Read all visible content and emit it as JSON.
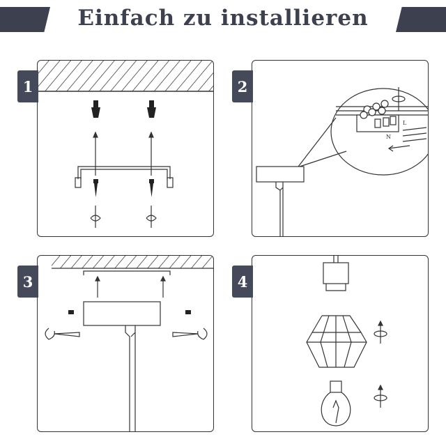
{
  "title": "Einfach zu installieren",
  "steps": [
    {
      "number": "1"
    },
    {
      "number": "2",
      "terminal_labels": [
        "L",
        "N"
      ]
    },
    {
      "number": "3"
    },
    {
      "number": "4"
    }
  ],
  "colors": {
    "accent": "#3c404f",
    "line": "#333333"
  }
}
